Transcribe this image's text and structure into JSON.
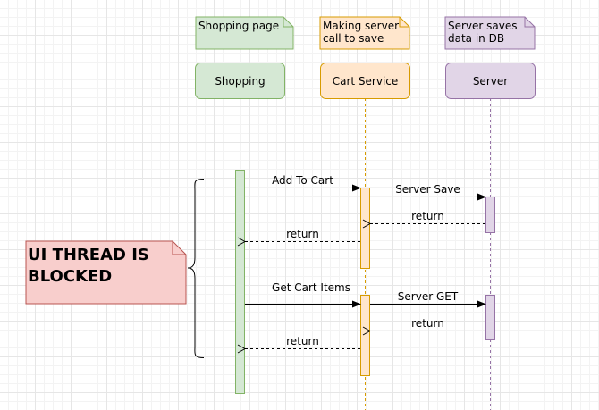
{
  "notes": {
    "shopping": [
      "Shopping page"
    ],
    "cart": [
      "Making server",
      "call to save"
    ],
    "server": [
      "Server saves",
      "data in DB"
    ]
  },
  "participants": {
    "shopping": "Shopping",
    "cart": "Cart Service",
    "server": "Server"
  },
  "messages": {
    "add_to_cart": "Add To Cart",
    "server_save": "Server Save",
    "return_1": "return",
    "return_2": "return",
    "get_cart_items": "Get Cart Items",
    "server_get": "Server GET",
    "return_3": "return",
    "return_4": "return"
  },
  "callout": {
    "lines": [
      "UI THREAD IS",
      "BLOCKED"
    ]
  },
  "colors": {
    "green_fill": "#d5e8d4",
    "green_stroke": "#82b366",
    "orange_fill": "#ffe6cc",
    "orange_stroke": "#d79b00",
    "purple_fill": "#e1d5e7",
    "purple_stroke": "#9673a6",
    "red_fill": "#f8cecc",
    "red_stroke": "#b85450"
  }
}
